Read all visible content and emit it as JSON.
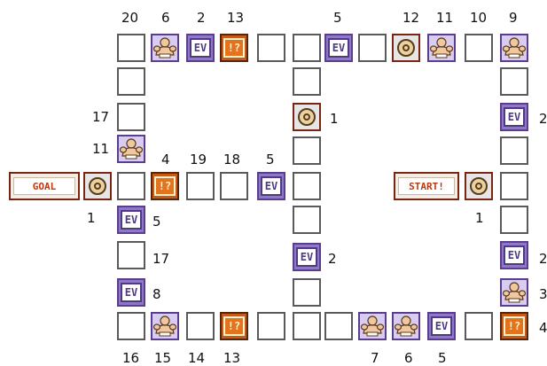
{
  "board": {
    "labels": {
      "goal": "GOAL",
      "start": "START!",
      "event": "EV",
      "mystery": "!?"
    },
    "top_numbers": [
      "20",
      "6",
      "2",
      "13",
      "5",
      "12",
      "11",
      "10",
      "9"
    ],
    "left_numbers": [
      "17",
      "11",
      "1"
    ],
    "middle_numbers": [
      "4",
      "19",
      "18",
      "5",
      "1",
      "5",
      "17",
      "2",
      "8"
    ],
    "right_numbers": [
      "2",
      "1",
      "2",
      "3",
      "4"
    ],
    "bottom_numbers": [
      "16",
      "15",
      "14",
      "13",
      "7",
      "6",
      "5"
    ]
  },
  "colors": {
    "event_tile": "#8f78c8",
    "mystery_tile": "#c85a18",
    "goal_text": "#b83a10",
    "tile_border": "#5a5a5a"
  }
}
